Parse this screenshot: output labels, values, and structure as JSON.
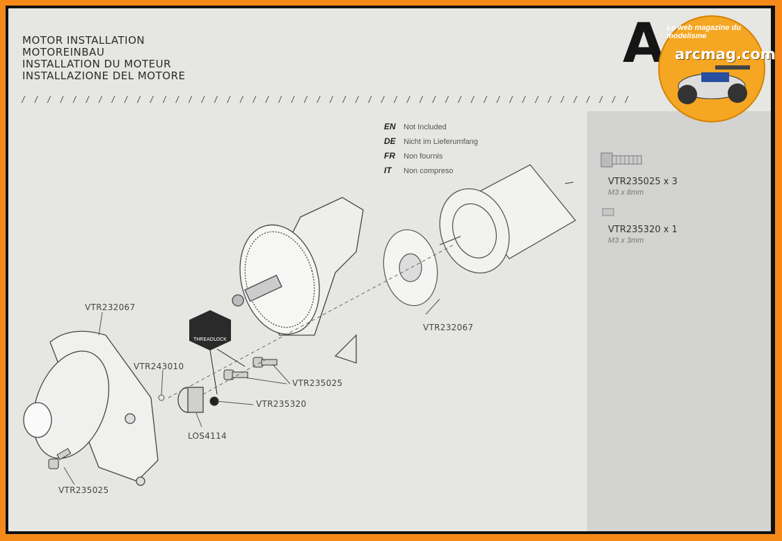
{
  "header": {
    "titles": [
      "MOTOR INSTALLATION",
      "MOTOREINBAU",
      "INSTALLATION DU MOTEUR",
      "INSTALLAZIONE DEL MOTORE"
    ],
    "rule": "/ / / / / / / / / / / / / / / / / / / / / / / / / / / / / / / / / / / / / / / / / / / / / / / / / / / / / / / / / / / / / / / / / / / / / / /",
    "brand_letter": "A"
  },
  "watermark": {
    "main": "arcmag.com",
    "tagline": "Le web magazine du modelisme"
  },
  "legend": [
    {
      "lang": "EN",
      "text": "Not Included"
    },
    {
      "lang": "DE",
      "text": "Nicht im Lieferumfang"
    },
    {
      "lang": "FR",
      "text": "Non fournis"
    },
    {
      "lang": "IT",
      "text": "Non compreso"
    }
  ],
  "parts_list": [
    {
      "code": "VTR235025 x 3",
      "size": "M3 x 8mm"
    },
    {
      "code": "VTR235320 x 1",
      "size": "M3 x 3mm"
    }
  ],
  "callouts": {
    "cover_top": "VTR232067",
    "plate": "VTR232067",
    "washer": "VTR243010",
    "screws_mid": "VTR235025",
    "set_screw": "VTR235320",
    "pinion": "LOS4114",
    "screw_bottom": "VTR235025",
    "threadlock": "THREADLOCK"
  }
}
